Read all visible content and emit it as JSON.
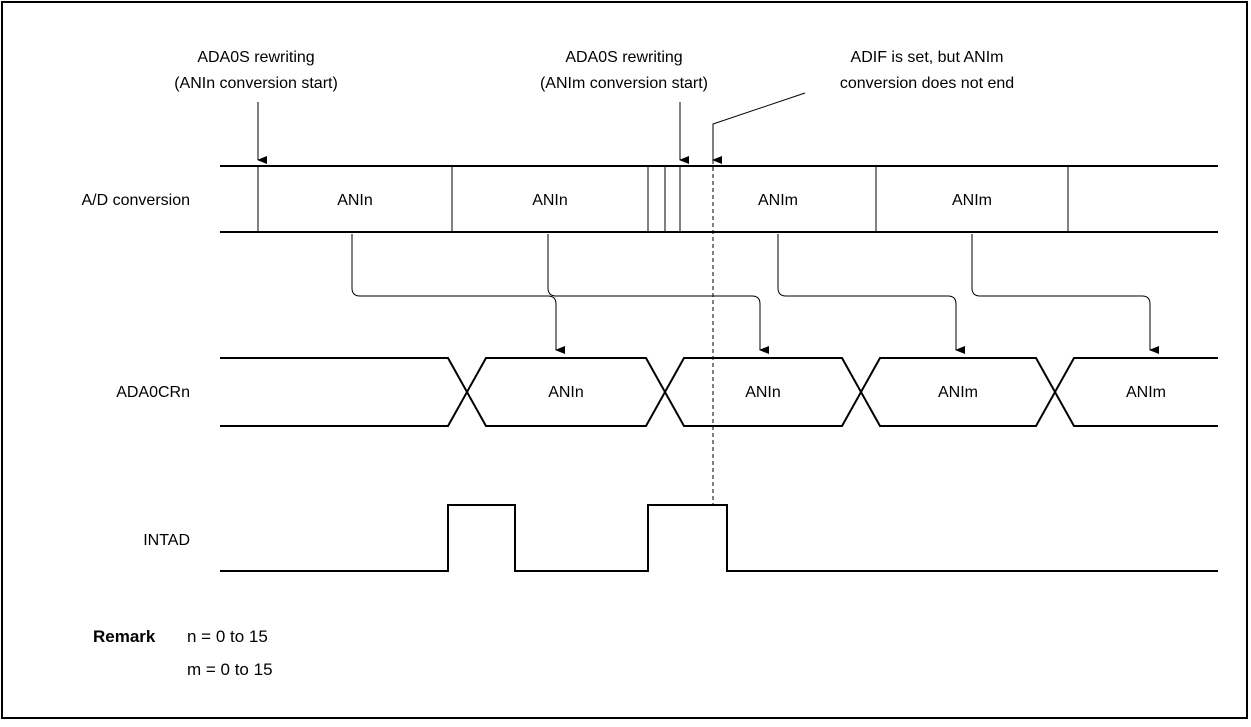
{
  "annotations": {
    "ann1": {
      "line1": "ADA0S rewriting",
      "line2": "(ANIn conversion start)"
    },
    "ann2": {
      "line1": "ADA0S  rewriting",
      "line2": "(ANIm conversion start)"
    },
    "ann3": {
      "line1": "ADIF is set, but ANIm",
      "line2": "conversion does not end"
    }
  },
  "signals": {
    "ad_conversion": {
      "label": "A/D conversion",
      "segments": [
        "ANIn",
        "ANIn",
        "ANIm",
        "ANIm"
      ]
    },
    "ada0crn": {
      "label": "ADA0CRn",
      "segments": [
        "ANIn",
        "ANIn",
        "ANIm",
        "ANIm"
      ]
    },
    "intad": {
      "label": "INTAD"
    }
  },
  "remark": {
    "heading": "Remark",
    "lines": [
      "n = 0 to 15",
      "m = 0 to 15"
    ]
  }
}
